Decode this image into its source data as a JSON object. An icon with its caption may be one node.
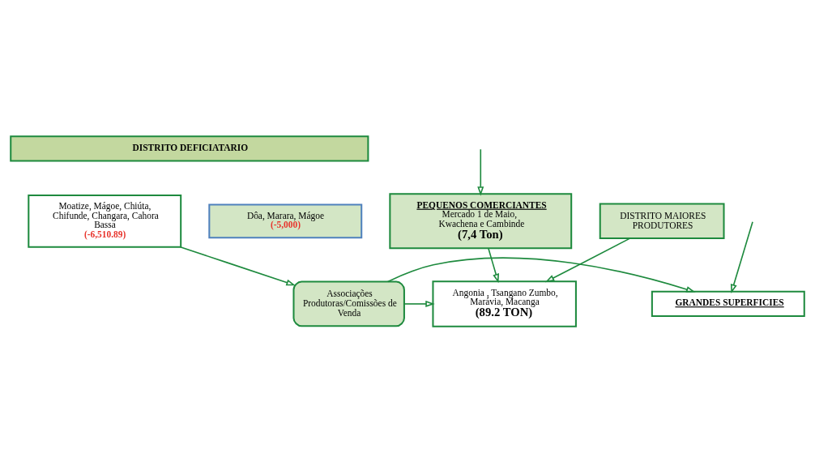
{
  "diagram": {
    "nodes": [
      {
        "text": [
          "DISTRITO MAIORES PRODUTORES"
        ]
      },
      {
        "text": [
          "DISTRITO DEFICIATARIO"
        ]
      },
      {
        "text": [
          "Moatize, Mágoe, Chiúta, Chifunde, Changara, Cahora Bassa",
          "(-6,510.89)"
        ]
      },
      {
        "text": [
          "Dôa, Marara, Mágoe",
          "(-5,000)"
        ]
      },
      {
        "text": [
          "Angonia , Tsangano Zumbo, Marávia, Macanga",
          "(89.2 TON)"
        ]
      },
      {
        "text": [
          "Associações Produtoras/Comissões de Venda"
        ]
      },
      {
        "text": [
          "GRANDES SUPERFICIES"
        ]
      },
      {
        "text": [
          "PEQUENOS COMERCIANTES",
          "Mercado 1 de Maio,  Kwachena e Cambinde",
          "(7,4 Ton)"
        ]
      }
    ],
    "edges": [
      {
        "from": 0,
        "to": 4,
        "arrow": "to"
      },
      {
        "from": 2,
        "to": 5,
        "arrow": "to"
      },
      {
        "from": 5,
        "to": 4,
        "arrow": "to"
      },
      {
        "from": 5,
        "to": 6,
        "arrow": "to"
      },
      {
        "from": 7,
        "to": 4,
        "arrow": "to"
      },
      {
        "from": null,
        "to": 6,
        "arrow": "to"
      },
      {
        "from": null,
        "to": 7,
        "arrow": "to"
      }
    ]
  }
}
